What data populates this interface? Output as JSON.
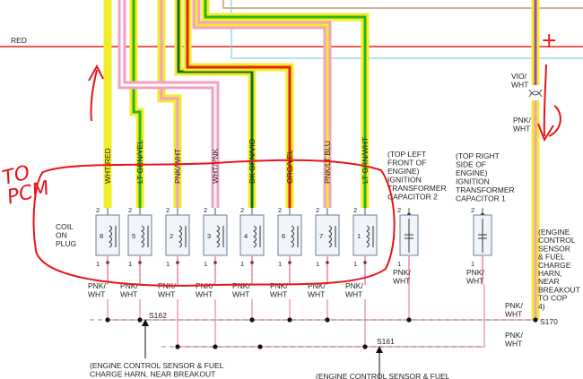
{
  "colors": {
    "red": "#e32219",
    "yellow": "#f2ec2a",
    "green": "#2fb317",
    "dark_green": "#136b1e",
    "pink": "#f2a0c6",
    "white_core": "#fafafa",
    "violet": "#a44ab2",
    "cyan": "#7fd3e3",
    "brown": "#b5835f",
    "ink_red": "#e8141a",
    "ground": "#888888"
  },
  "labels": {
    "red_wire": "RED",
    "vio_wht": "VIO/\nWHT",
    "pnk_wht_right": "PNK/\nWHT",
    "coil_on_plug": "COIL\nON\nPLUG",
    "cap2_desc": "(TOP LEFT\nFRONT OF\nENGINE)\nIGNITION\nTRANSFORMER\nCAPACITOR 2",
    "cap1_desc": "(TOP RIGHT\nSIDE OF\nENGINE)\nIGNITION\nTRANSFORMER\nCAPACITOR 1",
    "harness_right": "(ENGINE\nCONTROL\nSENSOR\n& FUEL\nCHARGE\nHARN,\nNEAR\nBREAKOUT\nTO COP\n4)",
    "s162": "S162",
    "s161": "S161",
    "s170": "S170",
    "bottom_note_1": "(ENGINE CONTROL SENSOR & FUEL\nCHARGE HARN, NEAR BREAKOUT",
    "bottom_note_2": "(ENGINE CONTROL SENSOR & FUEL",
    "pnk_wht_s170_a": "PNK/\nWHT",
    "pnk_wht_s170_b": "PNK/\nWHT"
  },
  "coils": [
    {
      "wire_label": "WHT/RED",
      "cyl": "8",
      "pin_top": "2",
      "pin_bot": "1",
      "bottom_label": "PNK/\nWHT"
    },
    {
      "wire_label": "LT GRN/YEL",
      "cyl": "5",
      "pin_top": "2",
      "pin_bot": "1",
      "bottom_label": "PNK/\nWHT"
    },
    {
      "wire_label": "PNK/WHT",
      "cyl": "2",
      "pin_top": "2",
      "pin_bot": "1",
      "bottom_label": "PNK/\nWHT"
    },
    {
      "wire_label": "WHT/PNK",
      "cyl": "3",
      "pin_top": "2",
      "pin_bot": "1",
      "bottom_label": "PNK/\nWHT"
    },
    {
      "wire_label": "DK GRN/VIO",
      "cyl": "4",
      "pin_top": "2",
      "pin_bot": "1",
      "bottom_label": "PNK/\nWHT"
    },
    {
      "wire_label": "ORG/YEL",
      "cyl": "6",
      "pin_top": "2",
      "pin_bot": "1",
      "bottom_label": "PNK/\nWHT"
    },
    {
      "wire_label": "PNK/LT BLU",
      "cyl": "7",
      "pin_top": "2",
      "pin_bot": "1",
      "bottom_label": "PNK/\nWHT"
    },
    {
      "wire_label": "LT GRN/WHT",
      "cyl": "1",
      "pin_top": "2",
      "pin_bot": "1",
      "bottom_label": "PNK/\nWHT"
    }
  ],
  "capacitors": [
    {
      "pin_top": "2",
      "pin_bot": "1",
      "bottom_label": "PNK/\nWHT"
    },
    {
      "pin_top": "2",
      "pin_bot": "1",
      "bottom_label": "PNK/\nWHT"
    }
  ],
  "annotations": {
    "to_pcm": "TO\nPCM",
    "plus": "+"
  }
}
